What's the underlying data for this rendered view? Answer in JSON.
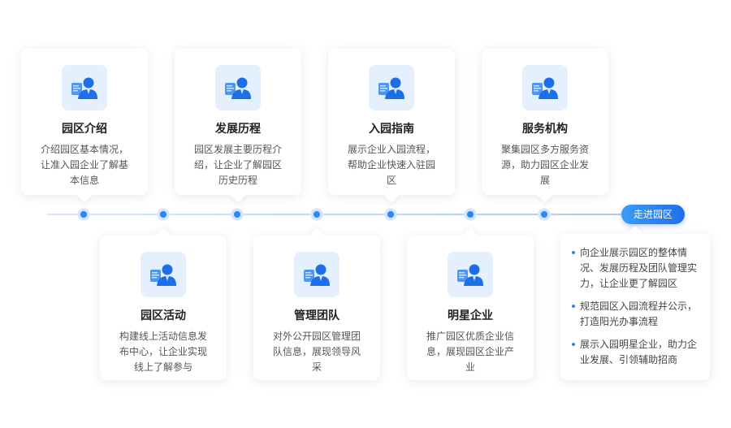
{
  "modules_top": [
    {
      "title": "园区介绍",
      "desc": "介绍园区基本情况，让准入园企业了解基本信息",
      "icon": "user-profile-icon"
    },
    {
      "title": "发展历程",
      "desc": "园区发展主要历程介绍，让企业了解园区历史历程",
      "icon": "user-profile-icon"
    },
    {
      "title": "入园指南",
      "desc": "展示企业入园流程，帮助企业快速入驻园区",
      "icon": "user-profile-icon"
    },
    {
      "title": "服务机构",
      "desc": "聚集园区多方服务资源，助力园区企业发展",
      "icon": "user-profile-icon"
    }
  ],
  "modules_bottom": [
    {
      "title": "园区活动",
      "desc": "构建线上活动信息发布中心，让企业实现线上了解参与",
      "icon": "user-profile-icon"
    },
    {
      "title": "管理团队",
      "desc": "对外公开园区管理团队信息，展现领导风采",
      "icon": "user-profile-icon"
    },
    {
      "title": "明星企业",
      "desc": "推广园区优质企业信息，展现园区企业产业",
      "icon": "user-profile-icon"
    }
  ],
  "enter_button": {
    "label": "走进园区"
  },
  "summary": {
    "items": [
      "向企业展示园区的整体情况、发展历程及团队管理实力，让企业更了解园区",
      "规范园区入园流程并公示，打造阳光办事流程",
      "展示入园明星企业，助力企业发展、引领辅助招商"
    ]
  },
  "colors": {
    "accent": "#2d86f0",
    "icon_bg": "#e5f0fe",
    "text": "#555555"
  }
}
